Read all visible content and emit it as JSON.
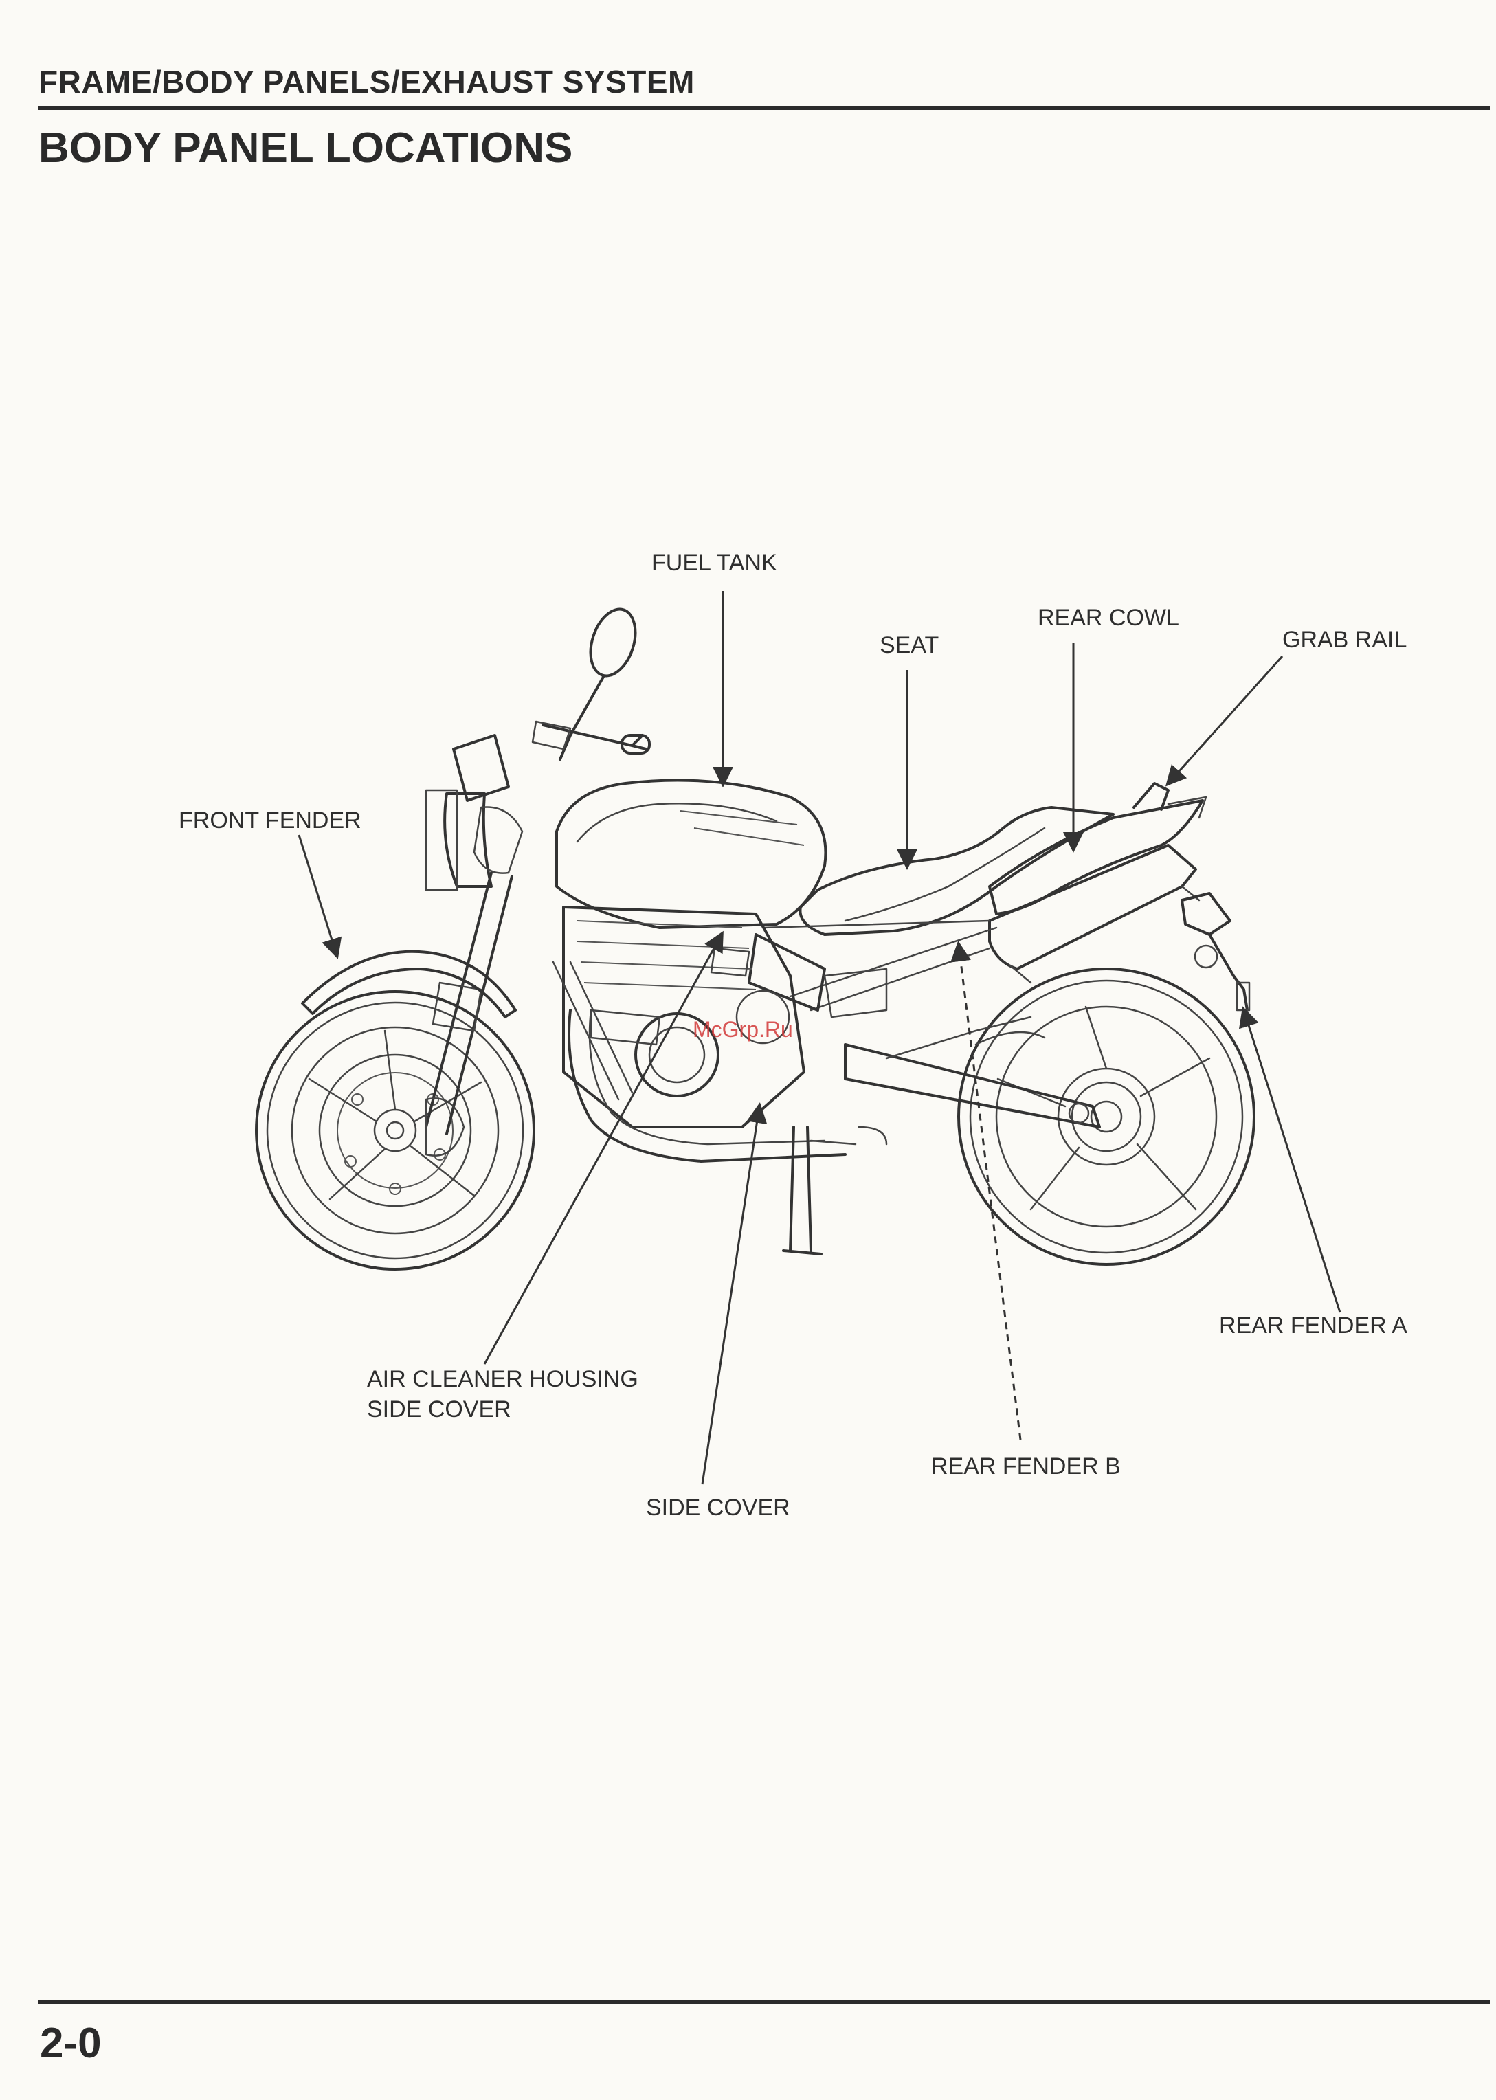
{
  "header": {
    "section": "FRAME/BODY PANELS/EXHAUST SYSTEM",
    "title": "BODY PANEL LOCATIONS"
  },
  "callouts": {
    "fuel_tank": "FUEL TANK",
    "seat": "SEAT",
    "rear_cowl": "REAR COWL",
    "grab_rail": "GRAB RAIL",
    "front_fender": "FRONT FENDER",
    "rear_fender_a": "REAR FENDER A",
    "air_cleaner_line1": "AIR CLEANER HOUSING",
    "air_cleaner_line2": "SIDE COVER",
    "rear_fender_b": "REAR FENDER B",
    "side_cover": "SIDE COVER"
  },
  "watermark": "McGrp.Ru",
  "footer": {
    "page_number": "2-0"
  }
}
